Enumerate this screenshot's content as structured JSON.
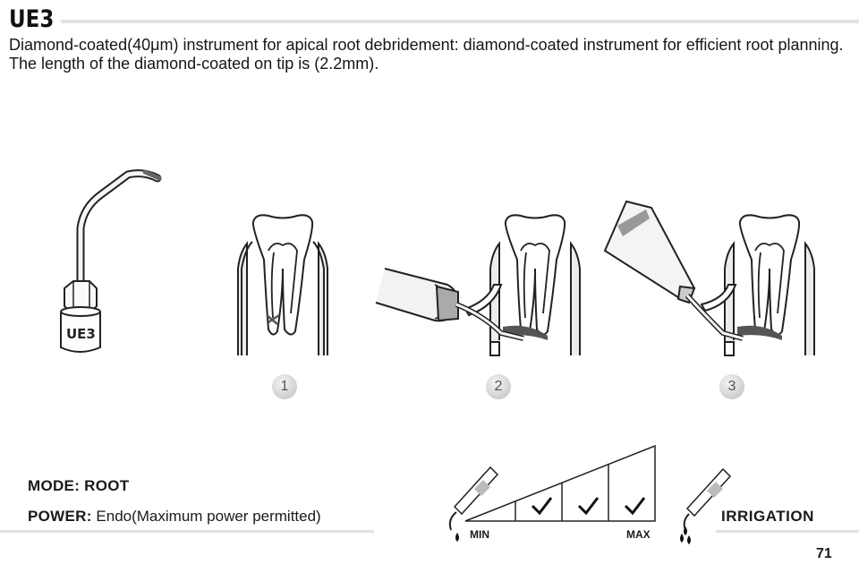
{
  "header": {
    "model": "UE3",
    "description": "Diamond-coated(40μm) instrument for apical root debridement: diamond-coated instrument for efficient root planning. The length of the diamond-coated on tip is (2.2mm)."
  },
  "tip_label": "UE3",
  "steps": [
    "1",
    "2",
    "3"
  ],
  "settings": {
    "mode_text": "MODE: ROOT",
    "power_label": "POWER:",
    "power_value": " Endo(Maximum power permitted)"
  },
  "power_scale": {
    "min_label": "MIN",
    "max_label": "MAX",
    "checked_levels": [
      2,
      3,
      4
    ]
  },
  "irrigation_label": "IRRIGATION",
  "page_number": "71"
}
